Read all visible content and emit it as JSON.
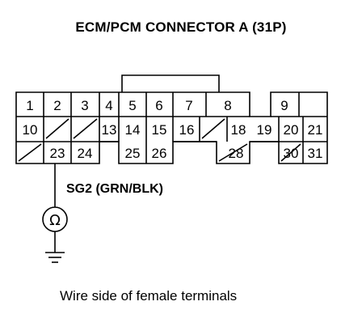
{
  "title": "ECM/PCM CONNECTOR A (31P)",
  "caption": "Wire side of female terminals",
  "wire_label": "SG2 (GRN/BLK)",
  "meter_symbol": "Ω",
  "pins": {
    "p1": "1",
    "p2": "2",
    "p3": "3",
    "p4": "4",
    "p5": "5",
    "p6": "6",
    "p7": "7",
    "p8": "8",
    "p9": "9",
    "p10": "10",
    "p13": "13",
    "p14": "14",
    "p15": "15",
    "p16": "16",
    "p18": "18",
    "p19": "19",
    "p20": "20",
    "p21": "21",
    "p23": "23",
    "p24": "24",
    "p25": "25",
    "p26": "26",
    "p28": "28",
    "p30": "30",
    "p31": "31"
  },
  "icons": {
    "meter": "ohmmeter-icon",
    "ground": "ground-icon"
  }
}
